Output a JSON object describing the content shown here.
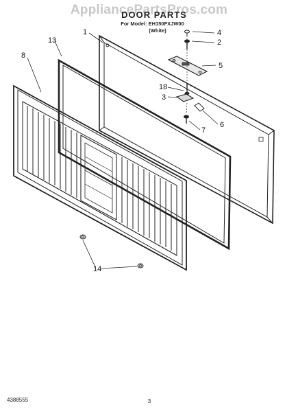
{
  "watermark": "AppliancePartsPros.com",
  "title": "DOOR PARTS",
  "subtitle": "For Model: EH150FXJW00",
  "subtitle2": "(White)",
  "footer": {
    "code": "4388555",
    "page": "3"
  },
  "callouts": {
    "c1": "1",
    "c13": "13",
    "c8": "8",
    "c4": "4",
    "c2": "2",
    "c5": "5",
    "c18": "18",
    "c3": "3",
    "c6": "6",
    "c7": "7",
    "c14": "14"
  }
}
